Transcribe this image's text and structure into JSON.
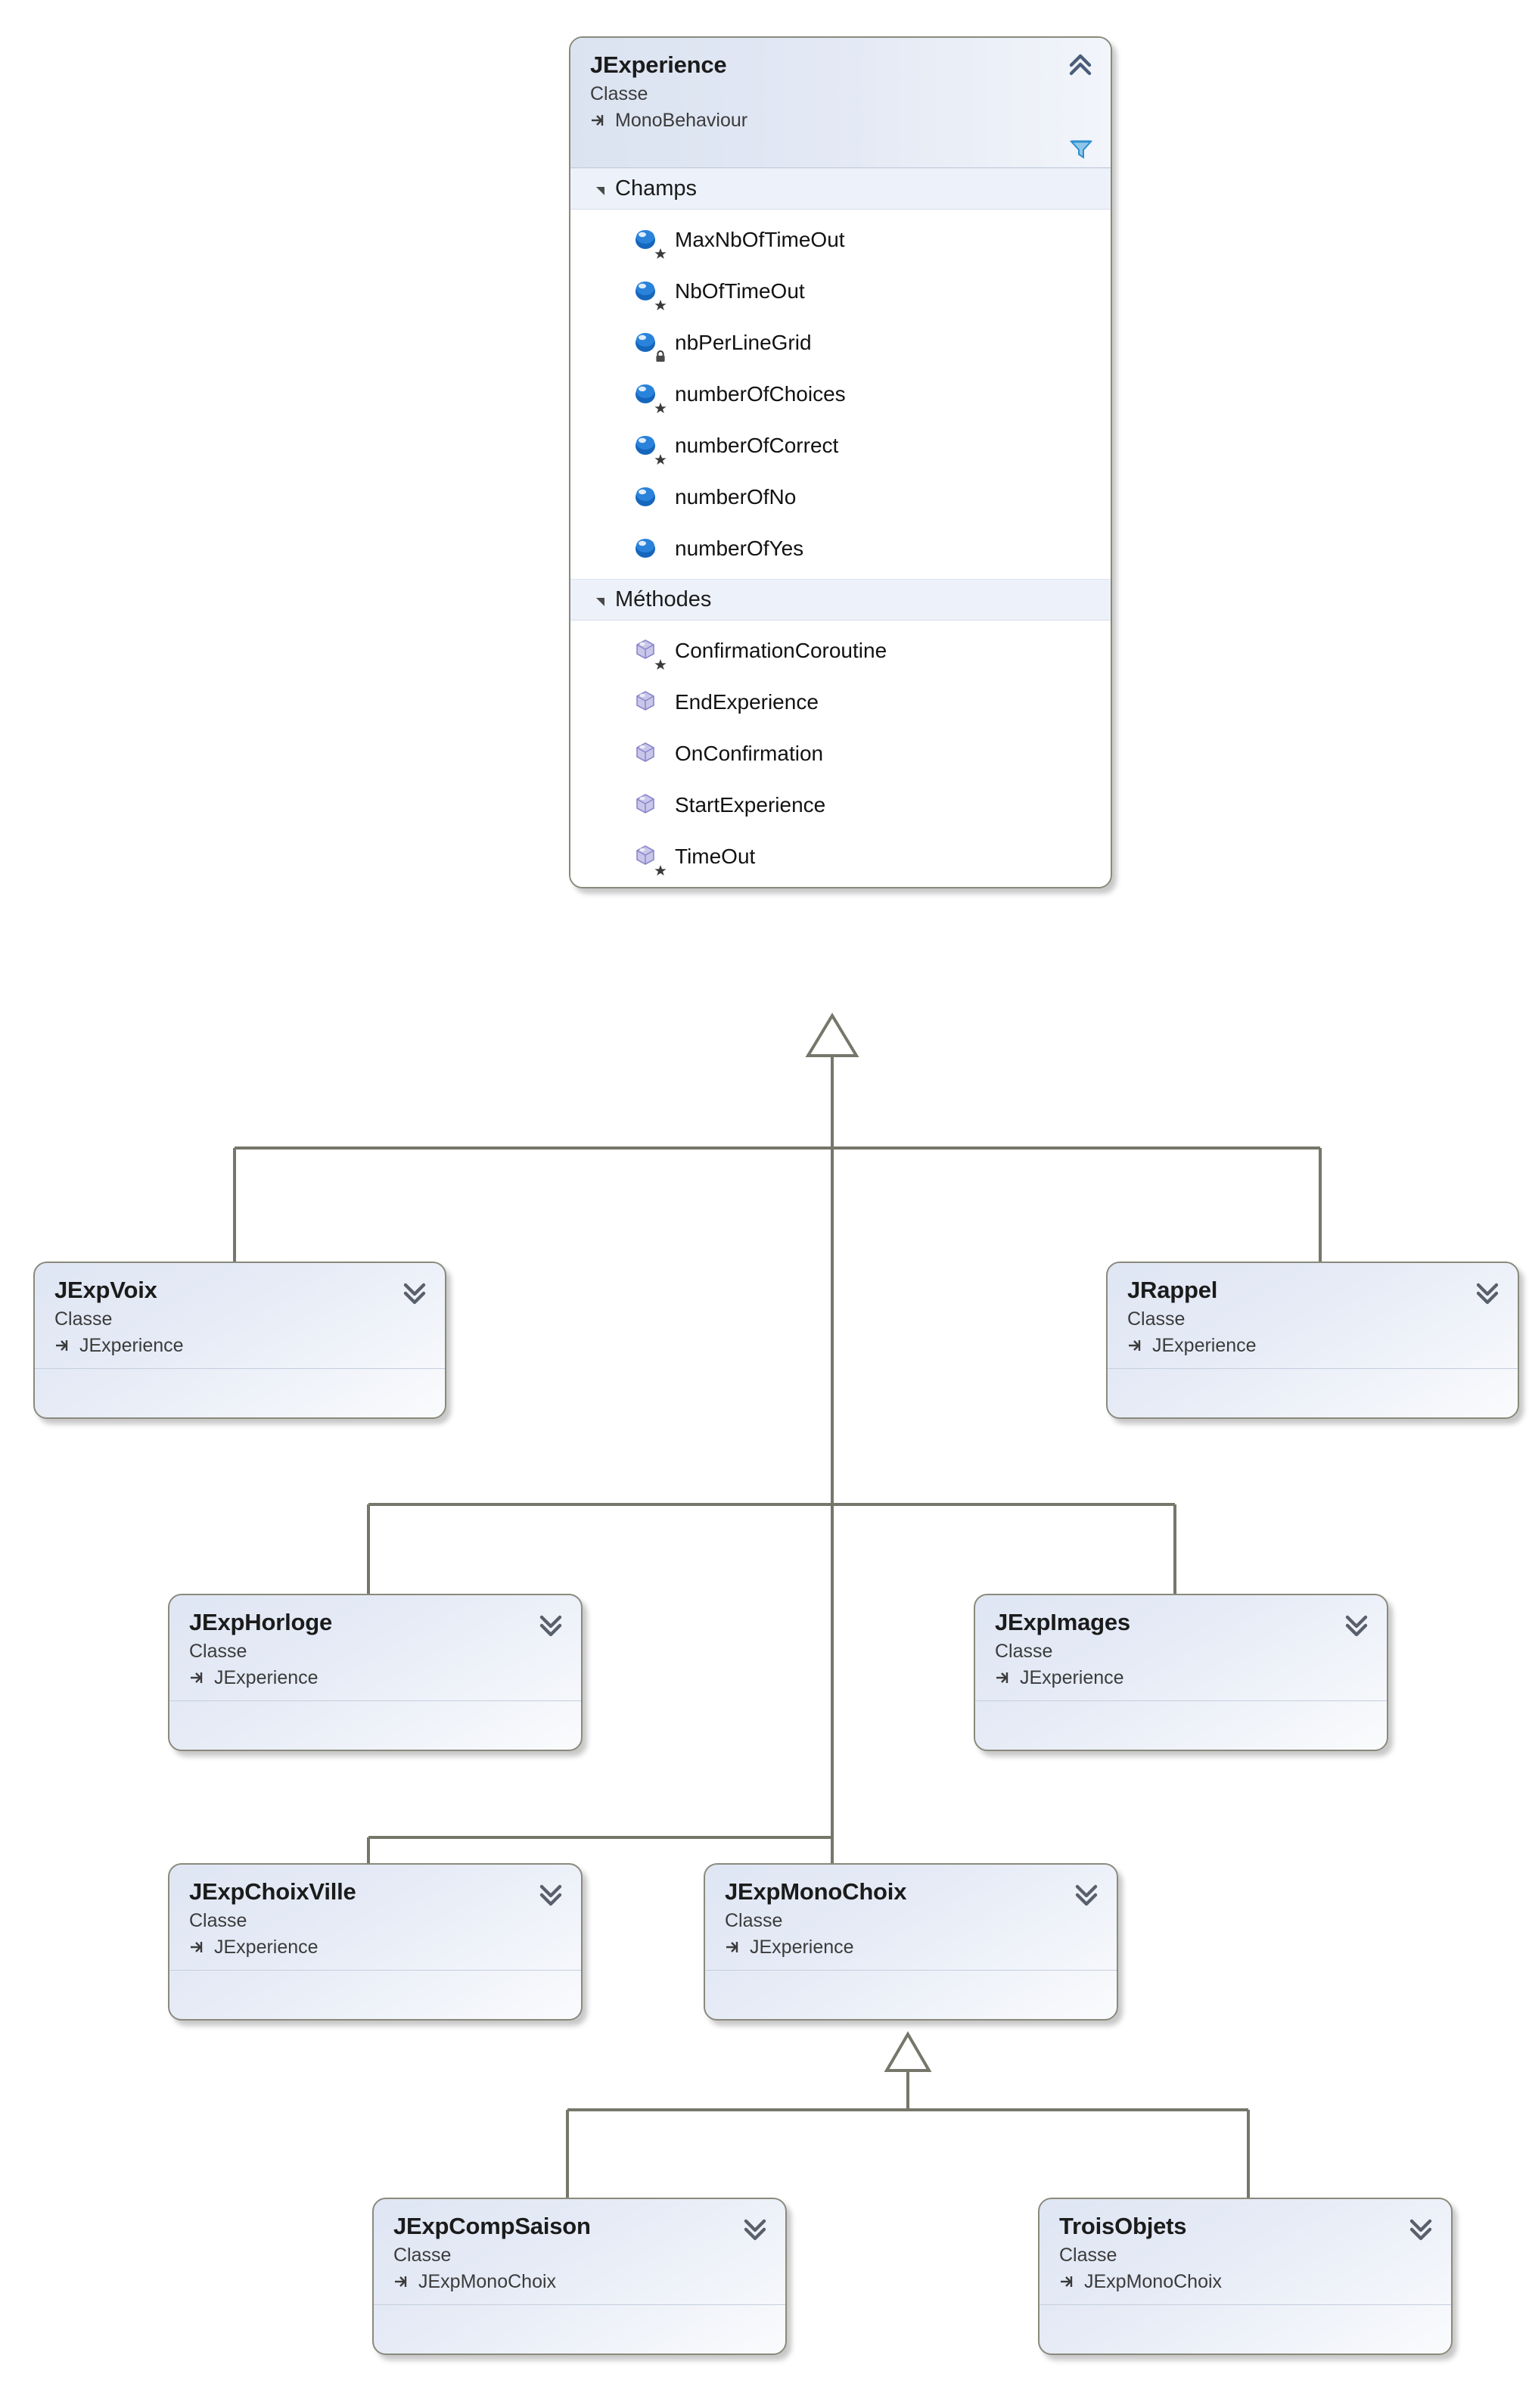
{
  "diagram": {
    "title": "JExperience class hierarchy",
    "type": "uml-class-diagram",
    "language": "fr",
    "colors": {
      "box_border": "#8a8a7c",
      "header_gradient_start": "#dbe3f1",
      "header_gradient_end": "#f2f5fa",
      "section_header_bg": "#edf1f9",
      "body_bg": "#ffffff",
      "connector_stroke": "#76766a",
      "field_icon": "#1f6fc4",
      "method_icon": "#9a97d6",
      "filter_icon": "#3a9ad9"
    },
    "labels": {
      "kind_class": "Classe",
      "section_fields": "Champs",
      "section_methods": "Méthodes"
    },
    "icons": {
      "collapse": "chevron-double-up-icon",
      "expand": "chevron-double-down-icon",
      "filter": "filter-funnel-icon",
      "base_arrow": "inheritance-arrow-icon",
      "field": "field-sphere-icon",
      "method": "method-cube-icon",
      "modifier_static": "static-star-badge-icon",
      "modifier_private": "private-lock-badge-icon",
      "section_toggle": "triangle-collapse-icon"
    }
  },
  "root_class": {
    "name": "JExperience",
    "kind": "Classe",
    "base": "MonoBehaviour",
    "state": "expanded",
    "sections": [
      {
        "title": "Champs",
        "members": [
          {
            "name": "MaxNbOfTimeOut",
            "icon": "field",
            "modifier": "static"
          },
          {
            "name": "NbOfTimeOut",
            "icon": "field",
            "modifier": "static"
          },
          {
            "name": "nbPerLineGrid",
            "icon": "field",
            "modifier": "private"
          },
          {
            "name": "numberOfChoices",
            "icon": "field",
            "modifier": "static"
          },
          {
            "name": "numberOfCorrect",
            "icon": "field",
            "modifier": "static"
          },
          {
            "name": "numberOfNo",
            "icon": "field",
            "modifier": "none"
          },
          {
            "name": "numberOfYes",
            "icon": "field",
            "modifier": "none"
          }
        ]
      },
      {
        "title": "Méthodes",
        "members": [
          {
            "name": "ConfirmationCoroutine",
            "icon": "method",
            "modifier": "static"
          },
          {
            "name": "EndExperience",
            "icon": "method",
            "modifier": "none"
          },
          {
            "name": "OnConfirmation",
            "icon": "method",
            "modifier": "none"
          },
          {
            "name": "StartExperience",
            "icon": "method",
            "modifier": "none"
          },
          {
            "name": "TimeOut",
            "icon": "method",
            "modifier": "static"
          }
        ]
      }
    ]
  },
  "subclasses": [
    {
      "id": "jexpvoix",
      "name": "JExpVoix",
      "kind": "Classe",
      "base": "JExperience",
      "state": "collapsed"
    },
    {
      "id": "jrappel",
      "name": "JRappel",
      "kind": "Classe",
      "base": "JExperience",
      "state": "collapsed"
    },
    {
      "id": "jexphorloge",
      "name": "JExpHorloge",
      "kind": "Classe",
      "base": "JExperience",
      "state": "collapsed"
    },
    {
      "id": "jexpimages",
      "name": "JExpImages",
      "kind": "Classe",
      "base": "JExperience",
      "state": "collapsed"
    },
    {
      "id": "jexpchoixville",
      "name": "JExpChoixVille",
      "kind": "Classe",
      "base": "JExperience",
      "state": "collapsed"
    },
    {
      "id": "jexpmonochoix",
      "name": "JExpMonoChoix",
      "kind": "Classe",
      "base": "JExperience",
      "state": "collapsed"
    },
    {
      "id": "jexpcompsaison",
      "name": "JExpCompSaison",
      "kind": "Classe",
      "base": "JExpMonoChoix",
      "state": "collapsed"
    },
    {
      "id": "troisobjets",
      "name": "TroisObjets",
      "kind": "Classe",
      "base": "JExpMonoChoix",
      "state": "collapsed"
    }
  ],
  "inheritance_edges": [
    {
      "from": "JExpVoix",
      "to": "JExperience"
    },
    {
      "from": "JRappel",
      "to": "JExperience"
    },
    {
      "from": "JExpHorloge",
      "to": "JExperience"
    },
    {
      "from": "JExpImages",
      "to": "JExperience"
    },
    {
      "from": "JExpChoixVille",
      "to": "JExperience"
    },
    {
      "from": "JExpMonoChoix",
      "to": "JExperience"
    },
    {
      "from": "JExpCompSaison",
      "to": "JExpMonoChoix"
    },
    {
      "from": "TroisObjets",
      "to": "JExpMonoChoix"
    }
  ]
}
